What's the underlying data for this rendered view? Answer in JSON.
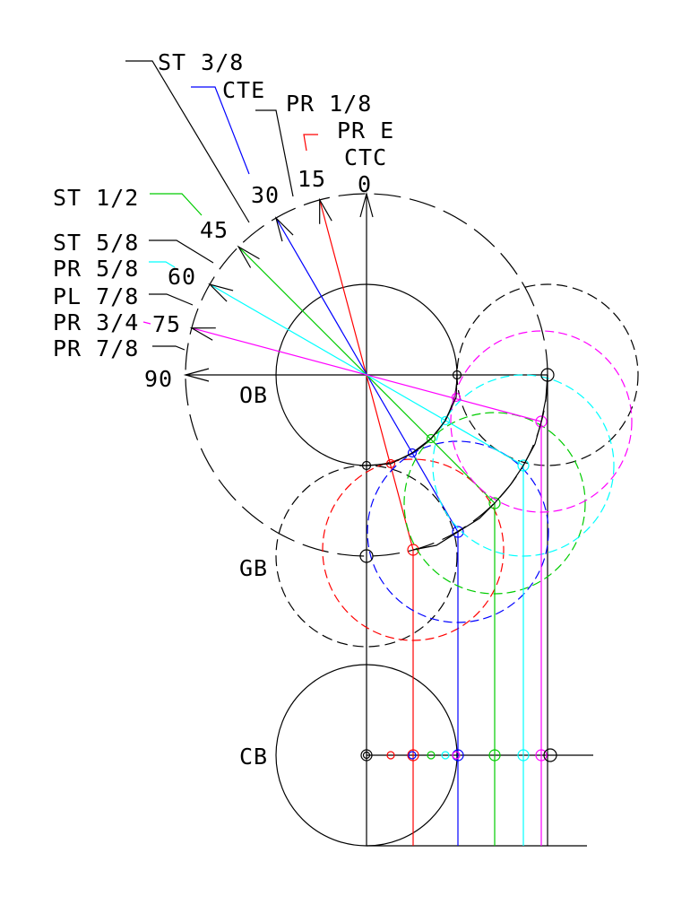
{
  "colors": {
    "black": "#000000",
    "red": "#ff0000",
    "blue": "#0000ff",
    "green": "#00cc00",
    "cyan": "#00ffff",
    "magenta": "#ff00ff"
  },
  "angle_labels": [
    "0",
    "15",
    "30",
    "45",
    "60",
    "75",
    "90"
  ],
  "callouts": {
    "st_3_8": "ST 3/8",
    "cte": "CTE",
    "pr_1_8": "PR 1/8",
    "pr_e": "PR E",
    "ctc": "CTC",
    "st_1_2": "ST 1/2",
    "st_5_8": "ST 5/8",
    "pr_5_8": "PR 5/8",
    "pl_7_8": "PL 7/8",
    "pr_3_4": "PR 3/4",
    "pr_7_8": "PR 7/8"
  },
  "circle_labels": {
    "ob": "OB",
    "gb": "GB",
    "cb": "CB"
  },
  "rays": [
    {
      "angle": 15,
      "color": "red"
    },
    {
      "angle": 30,
      "color": "blue"
    },
    {
      "angle": 45,
      "color": "green"
    },
    {
      "angle": 60,
      "color": "cyan"
    },
    {
      "angle": 75,
      "color": "magenta"
    }
  ]
}
